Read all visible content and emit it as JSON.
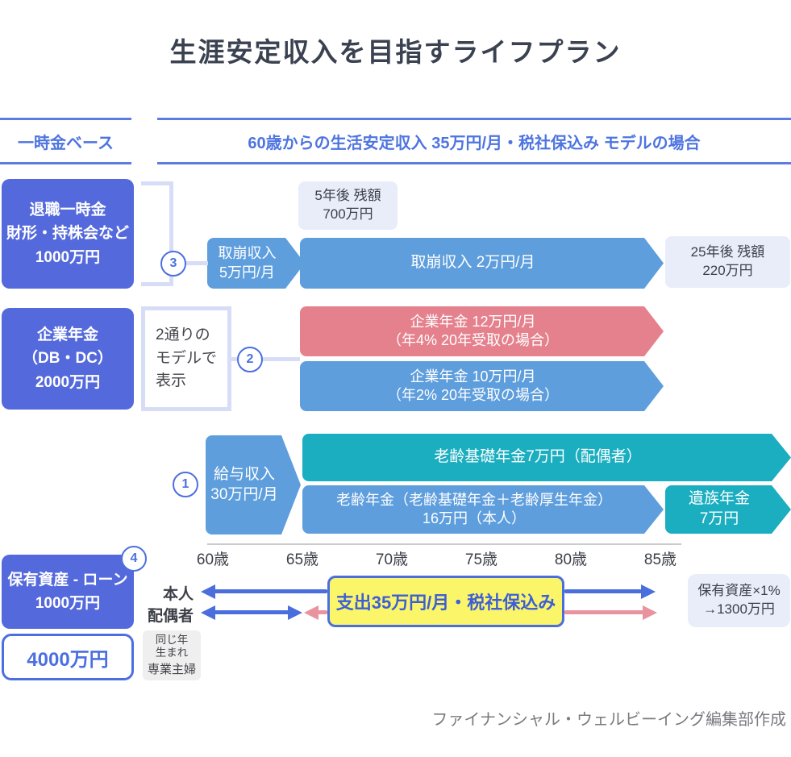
{
  "title": "生涯安定収入を目指すライフプラン",
  "header": {
    "left": "一時金ベース",
    "right": "60歳からの生活安定収入 35万円/月・税社保込み モデルの場合"
  },
  "lump_sum": {
    "retirement": {
      "line1": "退職一時金",
      "line2": "財形・持株会など",
      "line3": "1000万円"
    },
    "corporate": {
      "line1": "企業年金",
      "line2": "（DB・DC）",
      "line3": "2000万円"
    },
    "assets": {
      "line1": "保有資産 - ローン",
      "line2": "1000万円"
    },
    "total": "4000万円"
  },
  "markers": {
    "salary": "1",
    "corporate": "2",
    "drawdown": "3",
    "assets": "4"
  },
  "drawdown": {
    "start_line1": "取崩収入",
    "start_line2": "5万円/月",
    "note5_line1": "5年後 残額",
    "note5_line2": "700万円",
    "long_label": "取崩収入 2万円/月",
    "note25_line1": "25年後 残額",
    "note25_line2": "220万円"
  },
  "pension": {
    "model_line1": "2通りの",
    "model_line2": "モデルで",
    "model_line3": "表示",
    "red_line1": "企業年金 12万円/月",
    "red_line2": "（年4% 20年受取の場合）",
    "blue_line1": "企業年金 10万円/月",
    "blue_line2": "（年2% 20年受取の場合）"
  },
  "income": {
    "salary_line1": "給与収入",
    "salary_line2": "30万円/月",
    "spouse_pension": "老齢基礎年金7万円（配偶者）",
    "own_line1": "老齢年金（老齢基礎年金＋老齢厚生年金）",
    "own_line2": "16万円（本人）",
    "survivor_line1": "遺族年金",
    "survivor_line2": "7万円"
  },
  "timeline": {
    "ages": [
      "60歳",
      "65歳",
      "70歳",
      "75歳",
      "80歳",
      "85歳"
    ],
    "person_label": "本人",
    "spouse_label": "配偶者",
    "spending": "支出35万円/月・税社保込み",
    "asset_note_line1": "保有資産×1%",
    "asset_note_line2": "→1300万円",
    "spouse_note_line1": "同じ年",
    "spouse_note_line2": "生まれ",
    "spouse_note_line3": "専業主婦"
  },
  "footer": "ファイナンシャル・ウェルビーイング編集部作成",
  "colors": {
    "dark_blue_box": "#5469db",
    "mid_blue_arrow": "#5e9edd",
    "teal_arrow": "#1aaec0",
    "red_arrow": "#e5818d",
    "lavender_note": "#e9edfa",
    "bracket": "#d7ddf6",
    "marker_blue": "#4c6fe0",
    "header_blue": "#5b7de2",
    "spend_yellow": "#fbf56a",
    "timeline_blue": "#4a6fdc",
    "timeline_pink": "#e8939e"
  }
}
